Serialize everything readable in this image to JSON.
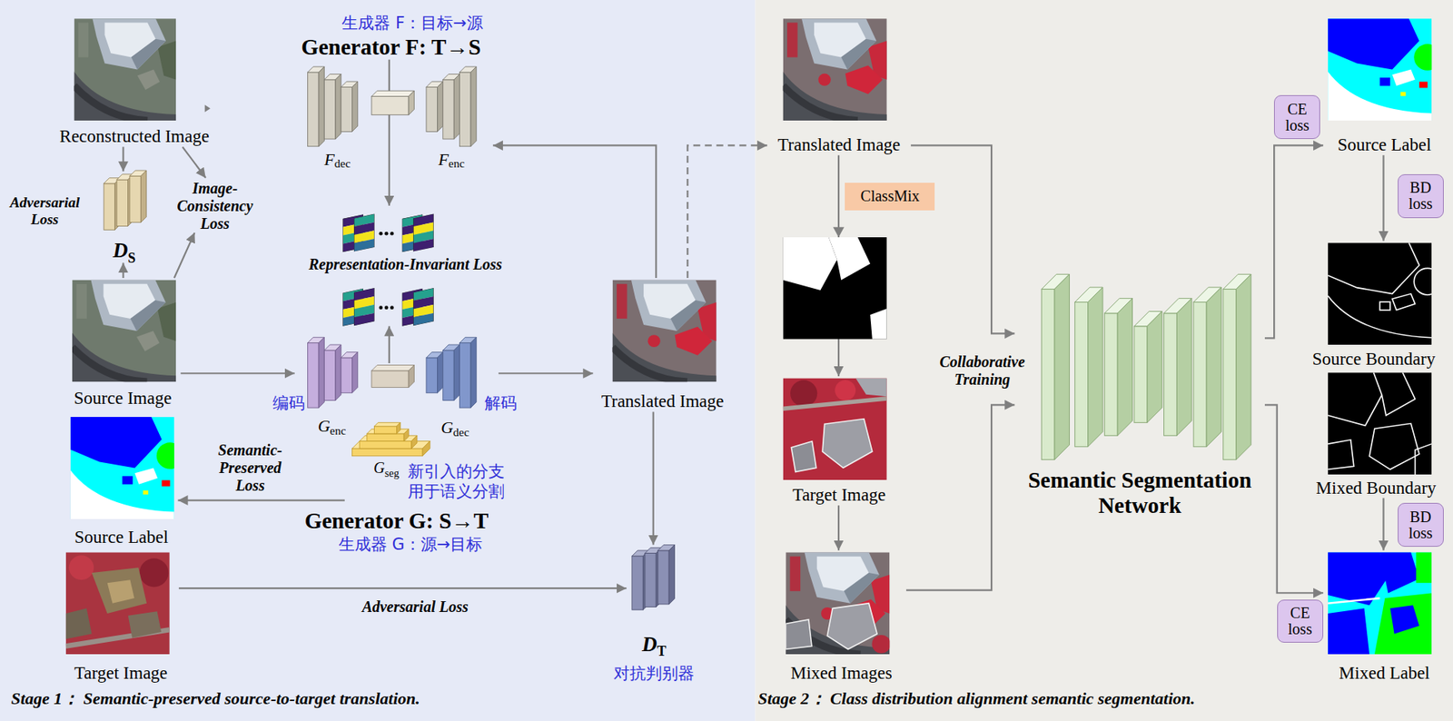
{
  "diagram": {
    "nodes": [
      {
        "text": [
          "Stage 1： Semantic-preserved source-to-target translation."
        ]
      },
      {
        "text": [
          "Reconstructed Image"
        ],
        "in": 0
      },
      {
        "text": [
          "D",
          "S"
        ],
        "in": 0
      },
      {
        "text": [
          "Image-Consistency Loss"
        ],
        "in": 0
      },
      {
        "text": [
          "Generator F: T→S"
        ],
        "in": 0
      },
      {
        "text": [
          "Representation-Invariant Loss"
        ],
        "in": 0
      },
      {
        "text": [
          "Source Image"
        ],
        "in": 0
      },
      {
        "text": [
          "Generator G: S→T"
        ],
        "in": 0
      },
      {
        "text": [
          "G",
          "seg"
        ],
        "in": 7
      },
      {
        "text": [
          "Source Label"
        ],
        "in": 0
      },
      {
        "text": [
          "Translated Image"
        ],
        "in": 0
      },
      {
        "text": [
          "Target Image"
        ],
        "in": 0
      },
      {
        "text": [
          "D",
          "T"
        ],
        "in": 0
      },
      {
        "text": [
          "Stage 2： Class distribution alignment semantic segmentation."
        ]
      },
      {
        "text": [
          "Translated Image"
        ],
        "in": 13
      },
      {
        "text": [
          "ClassMix"
        ],
        "in": 13
      },
      {
        "text": [
          "Target Image"
        ],
        "in": 13
      },
      {
        "text": [
          "Mixed Images"
        ],
        "in": 13
      },
      {
        "text": [
          "Semantic Segmentation Network"
        ],
        "in": 13
      },
      {
        "text": [
          "CE loss"
        ],
        "in": 13
      },
      {
        "text": [
          "Source Label"
        ],
        "in": 13
      },
      {
        "text": [
          "BD loss"
        ],
        "in": 13
      },
      {
        "text": [
          "Source Boundary"
        ],
        "in": 13
      },
      {
        "text": [
          "Mixed Boundary"
        ],
        "in": 13
      },
      {
        "text": [
          "BD loss"
        ],
        "in": 13
      },
      {
        "text": [
          "CE loss"
        ],
        "in": 13
      },
      {
        "text": [
          "Mixed Label"
        ],
        "in": 13
      }
    ],
    "edges": [
      {
        "from": 1,
        "to": 2,
        "arrow": "to"
      },
      {
        "from": 6,
        "to": 2,
        "arrow": "to"
      },
      {
        "from": 1,
        "to": 3,
        "arrow": "to"
      },
      {
        "from": 6,
        "to": 3,
        "arrow": "to"
      },
      {
        "from": 4,
        "to": 5,
        "arrow": "to"
      },
      {
        "from": 7,
        "to": 5,
        "arrow": "to"
      },
      {
        "from": 6,
        "to": 7,
        "arrow": "to"
      },
      {
        "from": 7,
        "to": 10,
        "arrow": "to"
      },
      {
        "from": 10,
        "to": 4,
        "arrow": "to"
      },
      {
        "from": 8,
        "to": 9,
        "label": "Semantic-Preserved Loss",
        "arrow": "to"
      },
      {
        "from": 11,
        "to": 12,
        "label": "Adversarial Loss",
        "arrow": "to"
      },
      {
        "from": 10,
        "to": 12,
        "arrow": "to"
      },
      {
        "from": 10,
        "to": 14,
        "arrow": "to"
      },
      {
        "from": 14,
        "to": 16,
        "arrow": "to"
      },
      {
        "from": 16,
        "to": 17,
        "arrow": "to"
      },
      {
        "from": 14,
        "to": 18,
        "arrow": "to"
      },
      {
        "from": 17,
        "to": 18,
        "arrow": "to"
      },
      {
        "from": 18,
        "to": 20,
        "arrow": "to"
      },
      {
        "from": 18,
        "to": 26,
        "arrow": "to"
      },
      {
        "from": 20,
        "to": 22,
        "arrow": "to"
      },
      {
        "from": 23,
        "to": 26,
        "arrow": "to"
      }
    ],
    "labels": [
      "生成器 F：目标→源",
      "F",
      "dec",
      "F",
      "enc",
      "Adversarial Loss",
      "编码",
      "解码",
      "G",
      "enc",
      "G",
      "dec",
      "新引入的分支 用于语义分割",
      "生成器 G：源→目标",
      "对抗判别器",
      "Collaborative Training"
    ]
  }
}
